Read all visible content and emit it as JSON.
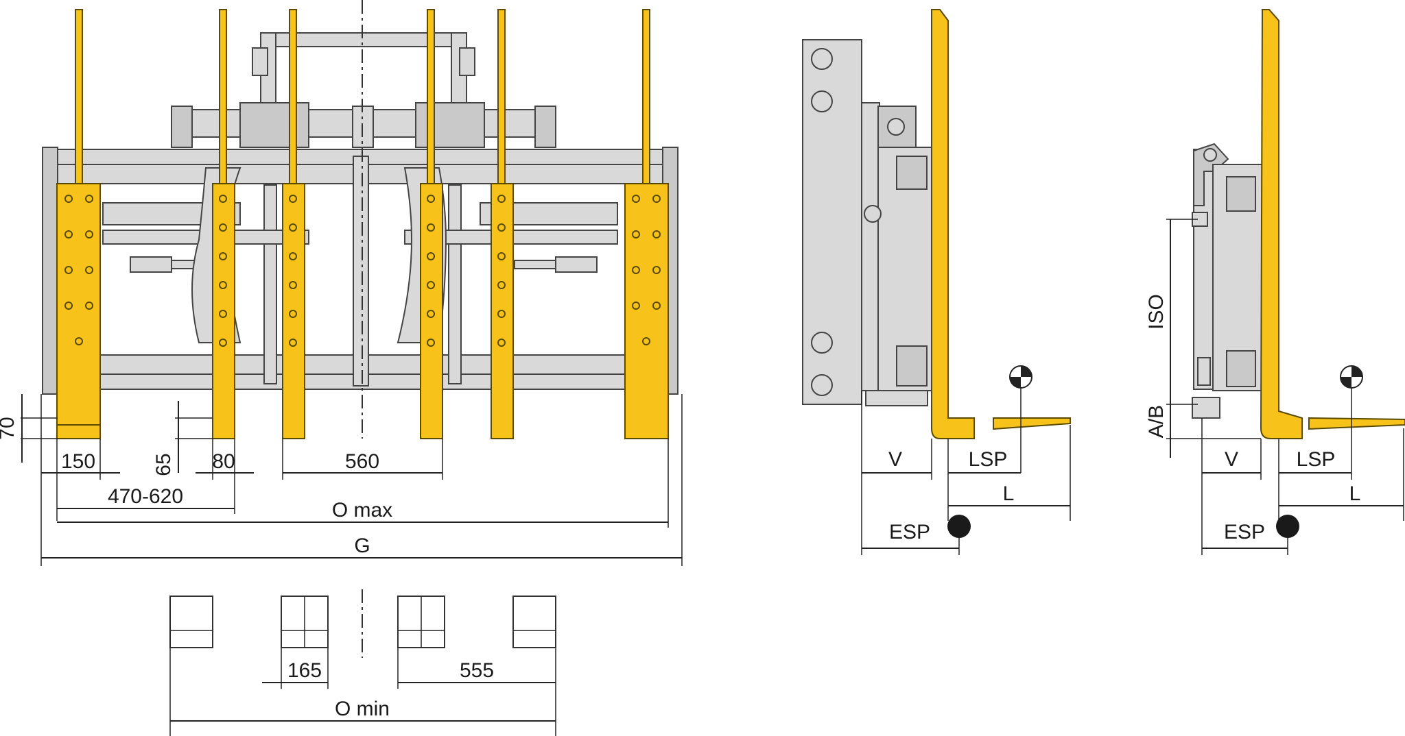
{
  "colors": {
    "fork_yellow": "#f7c31b",
    "frame_grey": "#d9d9d9",
    "line_dark": "#222222"
  },
  "labels": {
    "dim_70": "70",
    "dim_150": "150",
    "dim_65": "65",
    "dim_80": "80",
    "dim_560": "560",
    "dim_470_620": "470-620",
    "dim_omax": "O max",
    "dim_g": "G",
    "dim_165": "165",
    "dim_555": "555",
    "dim_omin": "O min",
    "side_v": "V",
    "side_lsp": "LSP",
    "side_l": "L",
    "side_esp": "ESP",
    "iso_v": "V",
    "iso_lsp": "LSP",
    "iso_l": "L",
    "iso_esp": "ESP",
    "iso_iso": "ISO",
    "iso_ab": "A/B"
  },
  "icons": {
    "load_centre": "center-of-gravity-icon",
    "esp_point": "filled-circle-icon"
  }
}
